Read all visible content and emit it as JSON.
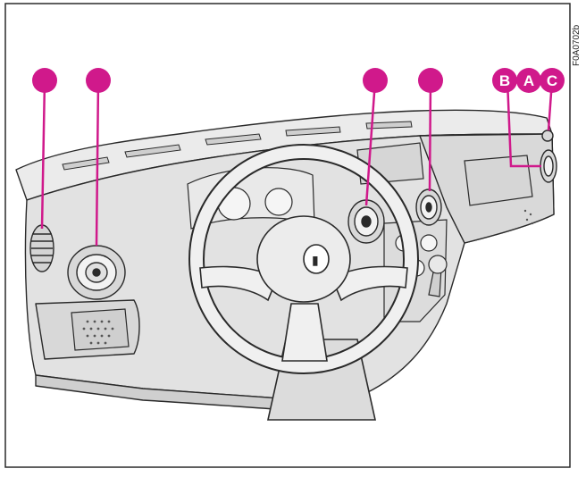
{
  "figure": {
    "code": "F0A0702b",
    "callouts": [
      {
        "id": "vent-left-side",
        "label": ""
      },
      {
        "id": "vent-left-round",
        "label": ""
      },
      {
        "id": "vent-center-left",
        "label": ""
      },
      {
        "id": "vent-center-right",
        "label": ""
      },
      {
        "id": "vent-right-b",
        "label": "B"
      },
      {
        "id": "vent-right-a",
        "label": "A"
      },
      {
        "id": "vent-right-c",
        "label": "C"
      }
    ]
  },
  "colors": {
    "callout": "#d0198b",
    "outline": "#2a2a2a",
    "dash_fill": "#e2e2e2",
    "dash_shadow": "#cfcfcf"
  }
}
